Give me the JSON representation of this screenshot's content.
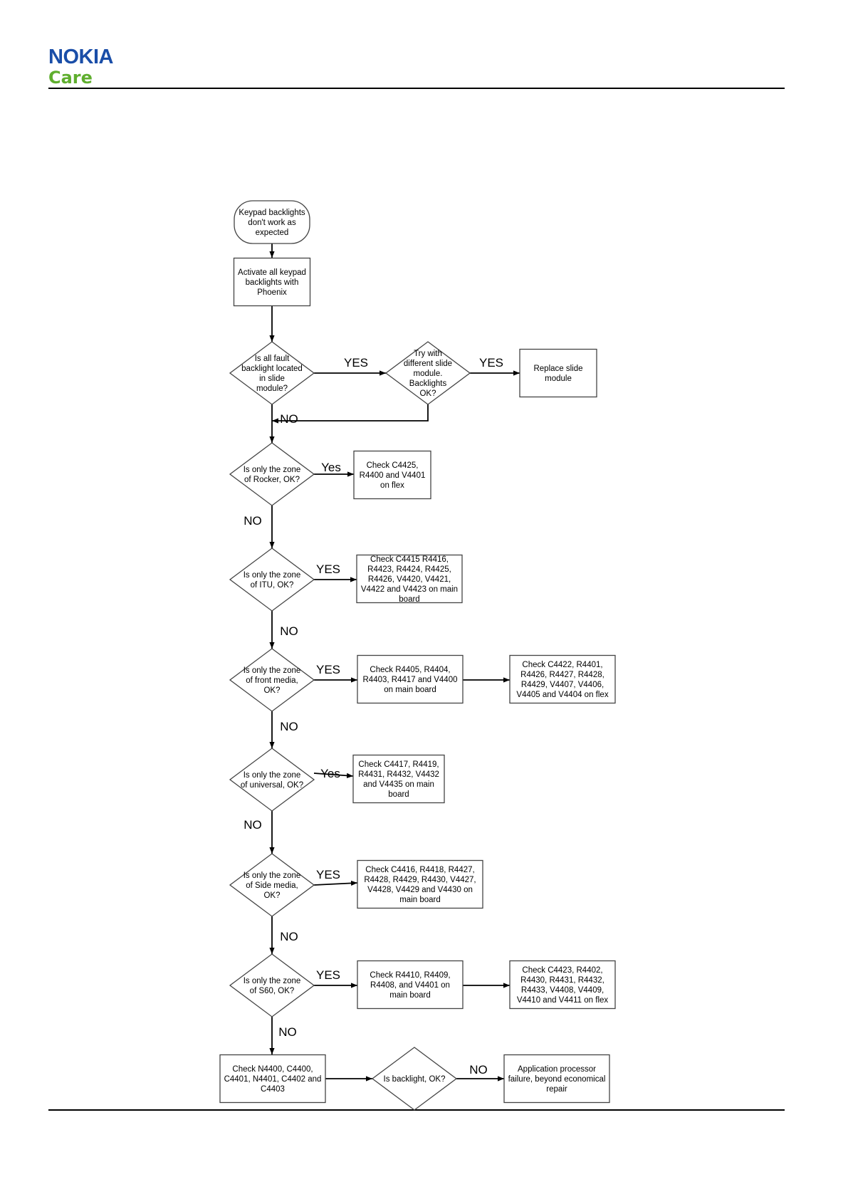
{
  "header": {
    "logo_word": "NOKIA",
    "logo_sub": "Care",
    "brand_blue": "#1a4ea8",
    "brand_green": "#5fae2e"
  },
  "flowchart": {
    "nodes": {
      "start": [
        "Keypad backlights",
        "don't work as",
        "expected"
      ],
      "activate": [
        "Activate all keypad",
        "backlights with",
        "Phoenix"
      ],
      "q_slide": [
        "Is all fault",
        "backlight located",
        "in slide",
        "module?"
      ],
      "q_try": [
        "Try with",
        "different slide",
        "module.",
        "Backlights",
        "OK?"
      ],
      "replace": [
        "Replace slide",
        "module"
      ],
      "q_rocker": [
        "Is only the zone",
        "of Rocker, OK?"
      ],
      "c_rocker": [
        "Check C4425,",
        "R4400 and V4401",
        "on flex"
      ],
      "q_itu": [
        "Is only the zone",
        "of ITU, OK?"
      ],
      "c_itu": [
        "Check C4415 R4416,",
        "R4423, R4424, R4425,",
        "R4426, V4420, V4421,",
        "V4422 and V4423 on main",
        "board"
      ],
      "q_front": [
        "Is only the zone",
        "of front media,",
        "OK?"
      ],
      "c_front1": [
        "Check R4405, R4404,",
        "R4403, R4417 and V4400",
        "on main board"
      ],
      "c_front2": [
        "Check C4422, R4401,",
        "R4426, R4427, R4428,",
        "R4429, V4407, V4406,",
        "V4405 and V4404 on flex"
      ],
      "q_univ": [
        "Is only the zone",
        "of universal, OK?"
      ],
      "c_univ": [
        "Check C4417, R4419,",
        "R4431, R4432, V4432",
        "and V4435 on main",
        "board"
      ],
      "q_side": [
        "Is only the zone",
        "of Side media,",
        "OK?"
      ],
      "c_side": [
        "Check C4416, R4418, R4427,",
        "R4428, R4429, R4430, V4427,",
        "V4428, V4429 and V4430 on",
        "main board"
      ],
      "q_s60": [
        "Is only the zone",
        "of S60, OK?"
      ],
      "c_s60a": [
        "Check R4410, R4409,",
        "R4408,  and V4401 on",
        "main board"
      ],
      "c_s60b": [
        "Check C4423, R4402,",
        "R4430, R4431, R4432,",
        "R4433, V4408, V4409,",
        "V4410 and V4411 on flex"
      ],
      "c_final": [
        "Check N4400, C4400,",
        "C4401, N4401, C4402 and",
        "C4403"
      ],
      "q_final": [
        "Is backlight, OK?"
      ],
      "app_fail": [
        "Application processor",
        "failure, beyond economical",
        "repair"
      ]
    },
    "edge_labels": {
      "slide_yes": "YES",
      "try_yes": "YES",
      "try_no": "NO",
      "rocker_yes": "Yes",
      "rocker_no": "NO",
      "itu_yes": "YES",
      "itu_no": "NO",
      "front_yes": "YES",
      "front_no": "NO",
      "univ_yes": "Yes",
      "univ_no": "NO",
      "side_yes": "YES",
      "side_no": "NO",
      "s60_yes": "YES",
      "s60_no": "NO",
      "final_no": "NO"
    }
  }
}
